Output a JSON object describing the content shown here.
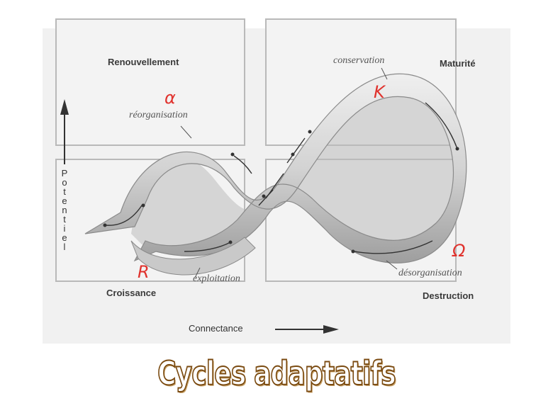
{
  "quadrants": {
    "top_left": "Renouvellement",
    "top_right": "Maturité",
    "bottom_left": "Croissance",
    "bottom_right": "Destruction"
  },
  "axes": {
    "y_label": "Potentiel",
    "x_label": "Connectance"
  },
  "phases": {
    "reorganisation": "réorganisation",
    "conservation": "conservation",
    "exploitation": "exploitation",
    "desorganisation": "désorganisation"
  },
  "greek_labels": {
    "alpha": "α",
    "kappa": "K",
    "r": "R",
    "omega": "Ω"
  },
  "title": "Cycles adaptatifs",
  "colors": {
    "greek": "#e0322d",
    "title_outline": "#7a4a10"
  }
}
